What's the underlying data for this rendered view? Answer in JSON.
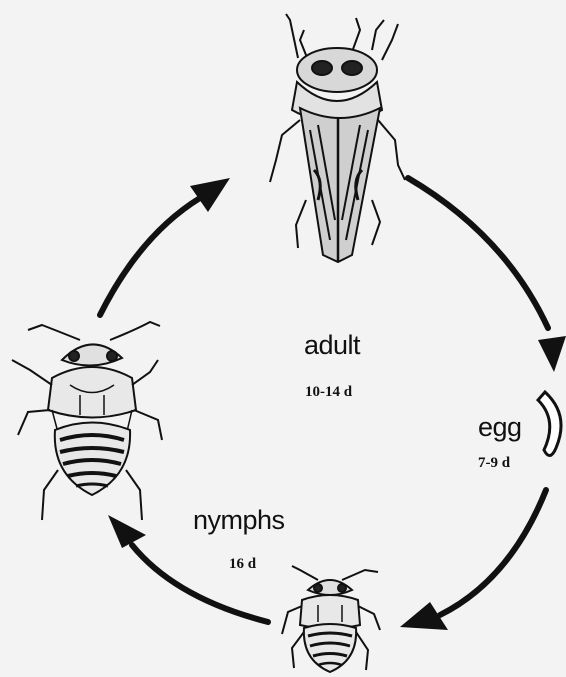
{
  "stages": {
    "adult": {
      "name": "adult",
      "duration": "10-14 d"
    },
    "egg": {
      "name": "egg",
      "duration": "7-9 d"
    },
    "nymphs": {
      "name": "nymphs",
      "duration": "16 d"
    }
  },
  "icons": {
    "adult": "leafhopper-adult-icon",
    "egg": "egg-icon",
    "nymph_large": "nymph-large-icon",
    "nymph_small": "nymph-small-icon"
  },
  "colors": {
    "background": "#f3f3f3",
    "ink": "#111111"
  }
}
